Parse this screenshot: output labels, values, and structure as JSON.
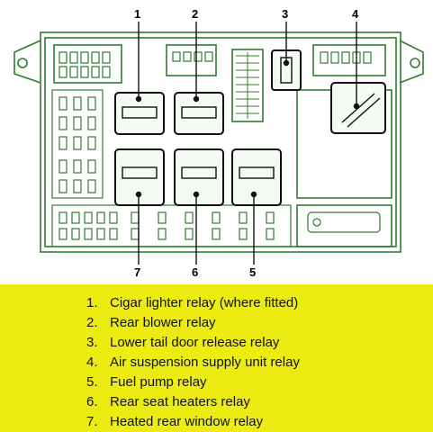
{
  "diagram": {
    "callouts": [
      {
        "label": "1"
      },
      {
        "label": "2"
      },
      {
        "label": "3"
      },
      {
        "label": "4"
      },
      {
        "label": "7"
      },
      {
        "label": "6"
      },
      {
        "label": "5"
      }
    ],
    "colors": {
      "outline": "#2f7d2f",
      "relay": "#111111",
      "relay_fill": "#f4fbf2",
      "legend_bg": "#ecec12"
    }
  },
  "legend": {
    "items": [
      {
        "num": "1.",
        "text": "Cigar lighter relay (where fitted)"
      },
      {
        "num": "2.",
        "text": "Rear blower relay"
      },
      {
        "num": "3.",
        "text": "Lower tail door release relay"
      },
      {
        "num": "4.",
        "text": "Air suspension supply unit relay"
      },
      {
        "num": "5.",
        "text": "Fuel pump relay"
      },
      {
        "num": "6.",
        "text": "Rear seat heaters relay"
      },
      {
        "num": "7.",
        "text": "Heated rear window relay"
      }
    ]
  }
}
